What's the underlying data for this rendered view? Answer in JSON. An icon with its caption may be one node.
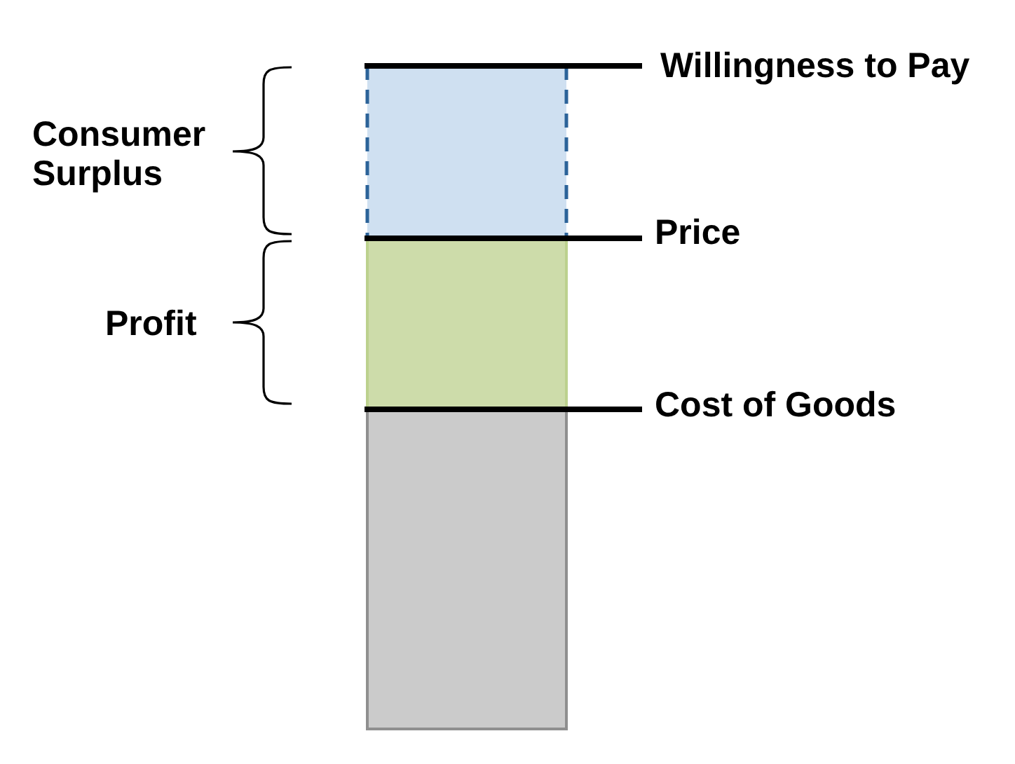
{
  "diagram": {
    "nodes": [
      {
        "text": [],
        "shape": "bar"
      },
      {
        "text": [],
        "shape": "bar"
      },
      {
        "text": [],
        "shape": "bar"
      }
    ],
    "labels": [
      "Willingness to Pay",
      "Consumer Surplus",
      "Price",
      "Profit",
      "Cost of Goods"
    ]
  }
}
